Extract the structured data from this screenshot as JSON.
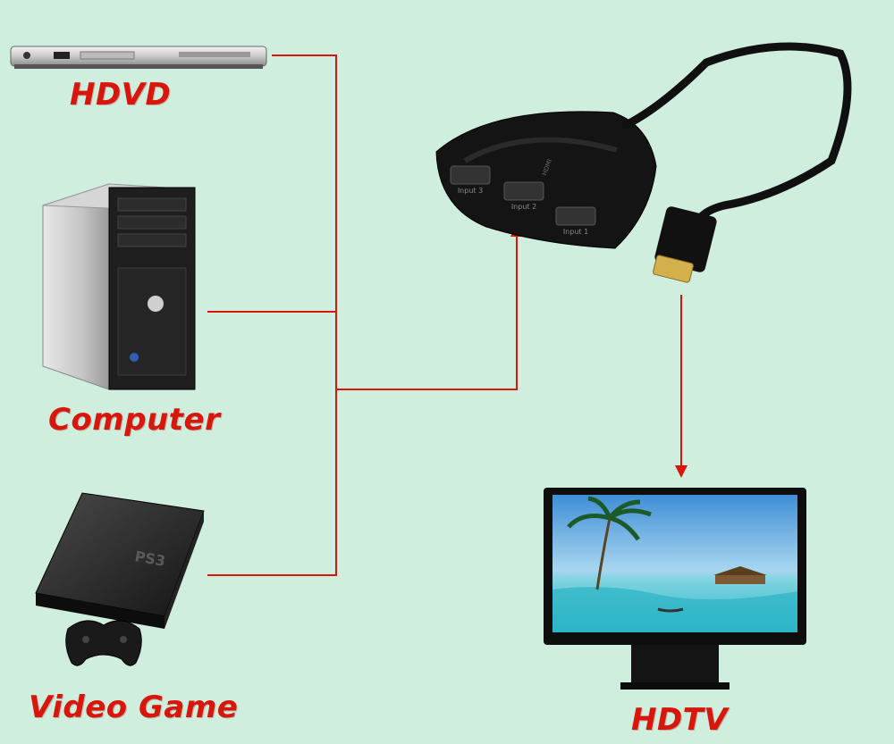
{
  "labels": {
    "hdvd": "HDVD",
    "computer": "Computer",
    "game": "Video Game",
    "hdtv": "HDTV"
  },
  "switch_ports": [
    "Input 3",
    "Input 2",
    "Input 1"
  ],
  "switch_brand": "HDMI",
  "colors": {
    "background": "#cfeedd",
    "connector_line": "#d8160c",
    "label": "#d8160c",
    "device_dark": "#141414"
  },
  "icons": [
    "dvd-player-icon",
    "desktop-computer-icon",
    "game-console-icon",
    "gamepad-icon",
    "hdmi-switch-icon",
    "hdmi-cable-icon",
    "tv-monitor-icon"
  ]
}
